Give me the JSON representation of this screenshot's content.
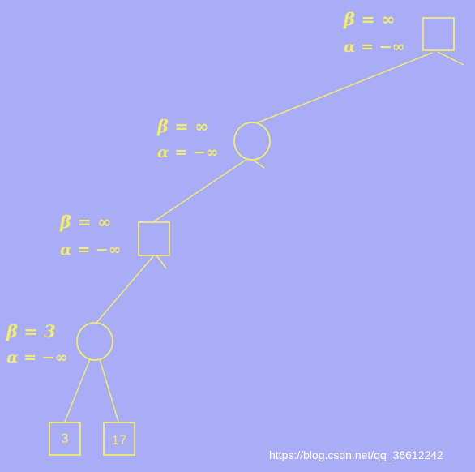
{
  "colors": {
    "background": "#a9adf7",
    "foreground": "#f2ec6a",
    "watermark": "#ffffff"
  },
  "nodes": [
    {
      "id": "max-root",
      "kind": "max-square",
      "beta": "β = ∞",
      "alpha": "α = −∞"
    },
    {
      "id": "min-level1",
      "kind": "min-circle",
      "beta": "β = ∞",
      "alpha": "α = −∞"
    },
    {
      "id": "max-level2",
      "kind": "max-square",
      "beta": "β = ∞",
      "alpha": "α = −∞"
    },
    {
      "id": "min-level3",
      "kind": "min-circle",
      "beta": "β = 3",
      "alpha": "α = −∞"
    }
  ],
  "leaves": [
    {
      "value": "3"
    },
    {
      "value": "17"
    }
  ],
  "watermark": "https://blog.csdn.net/qq_36612242"
}
